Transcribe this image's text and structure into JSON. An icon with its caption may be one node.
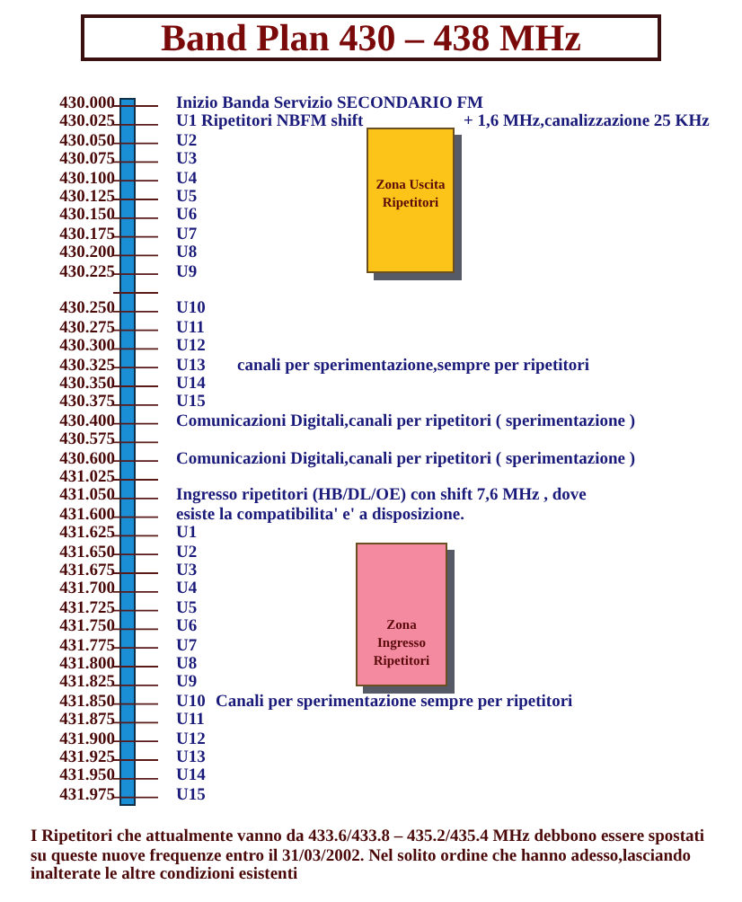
{
  "diagram": {
    "title": "Band Plan 430 – 438 MHz",
    "nodes": [
      {
        "text": [
          "Zona Uscita Ripetitori"
        ]
      },
      {
        "text": [
          "Zona Ingresso Ripetitori"
        ]
      }
    ],
    "labels": [
      "430.000",
      "Inizio Banda Servizio SECONDARIO FM",
      "430.025",
      "U1 Ripetitori NBFM shift",
      "+ 1,6 MHz,canalizzazione 25 KHz",
      "430.050",
      "U2",
      "430.075",
      "U3",
      "430.100",
      "U4",
      "430.125",
      "U5",
      "430.150",
      "U6",
      "430.175",
      "U7",
      "430.200",
      "U8",
      "430.225",
      "U9",
      "430.250",
      "U10",
      "430.275",
      "U11",
      "430.300",
      "U12",
      "430.325",
      "U13",
      "canali per sperimentazione,sempre per ripetitori",
      "430.350",
      "U14",
      "430.375",
      "U15",
      "430.400",
      "Comunicazioni Digitali,canali per ripetitori ( sperimentazione )",
      "430.575",
      "430.600",
      "Comunicazioni Digitali,canali per ripetitori ( sperimentazione )",
      "431.025",
      "431.050",
      "Ingresso ripetitori (HB/DL/OE) con shift 7,6 MHz , dove esiste la compatibilita' e' a disposizione.",
      "431.600",
      "431.625",
      "U1",
      "431.650",
      "U2",
      "431.675",
      "U3",
      "431.700",
      "U4",
      "431.725",
      "U5",
      "431.750",
      "U6",
      "431.775",
      "U7",
      "431.800",
      "U8",
      "431.825",
      "U9",
      "431.850",
      "U10",
      "Canali per sperimentazione sempre per ripetitori",
      "431.875",
      "U11",
      "431.900",
      "U12",
      "431.925",
      "U13",
      "431.950",
      "U14",
      "431.975",
      "U15",
      "I Ripetitori  che attualmente vanno da 433.6/433.8 – 435.2/435.4 MHz debbono essere spostati su queste nuove frequenze entro il 31/03/2002. Nel solito ordine che hanno adesso,lasciando inalterate le altre condizioni esistenti"
    ]
  }
}
